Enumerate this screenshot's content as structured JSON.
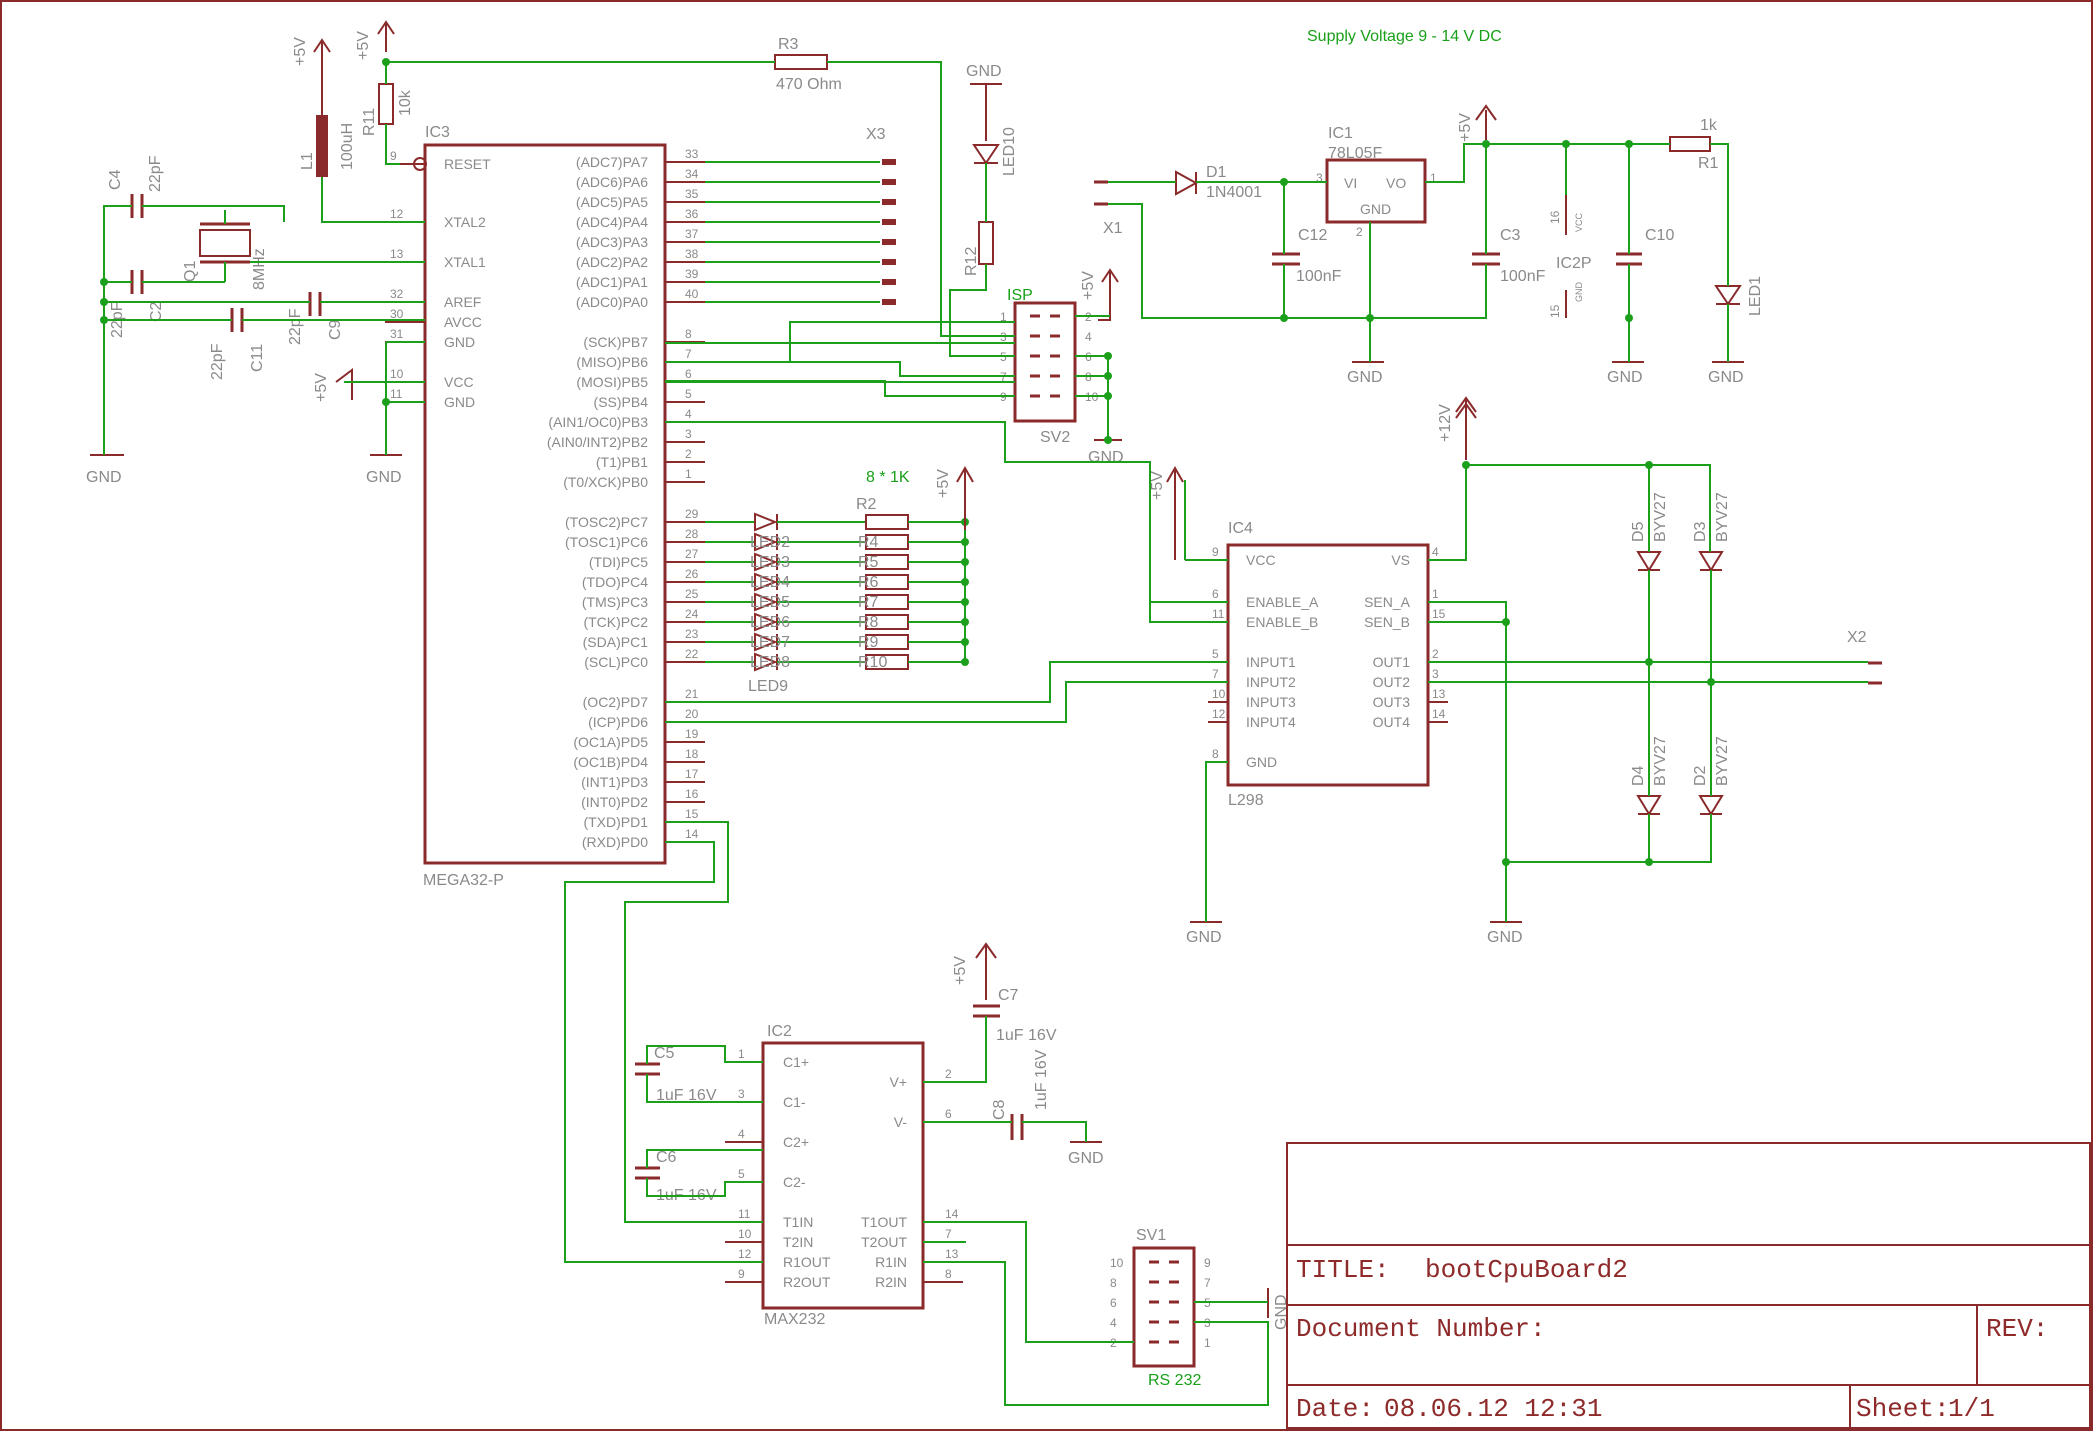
{
  "title_block": {
    "title_label": "TITLE:",
    "title_value": "bootCpuBoard2",
    "docnum_label": "Document Number:",
    "rev_label": "REV:",
    "date_label": "Date:",
    "date_value": "08.06.12 12:31",
    "sheet_label": "Sheet:",
    "sheet_value": "1/1"
  },
  "notes": {
    "supply": "Supply Voltage 9 - 14 V DC",
    "led_res": "8 * 1K"
  },
  "mcu": {
    "name": "IC3",
    "part": "MEGA32-P",
    "left_pins": [
      {
        "name": "RESET",
        "num": "9"
      },
      {
        "name": "XTAL2",
        "num": "12"
      },
      {
        "name": "XTAL1",
        "num": "13"
      },
      {
        "name": "AREF",
        "num": "32"
      },
      {
        "name": "AVCC",
        "num": "30"
      },
      {
        "name": "GND",
        "num": "31"
      },
      {
        "name": "VCC",
        "num": "10"
      },
      {
        "name": "GND",
        "num": "11"
      }
    ],
    "right_pins": [
      {
        "name": "(ADC7)PA7",
        "num": "33"
      },
      {
        "name": "(ADC6)PA6",
        "num": "34"
      },
      {
        "name": "(ADC5)PA5",
        "num": "35"
      },
      {
        "name": "(ADC4)PA4",
        "num": "36"
      },
      {
        "name": "(ADC3)PA3",
        "num": "37"
      },
      {
        "name": "(ADC2)PA2",
        "num": "38"
      },
      {
        "name": "(ADC1)PA1",
        "num": "39"
      },
      {
        "name": "(ADC0)PA0",
        "num": "40"
      },
      {
        "name": "(SCK)PB7",
        "num": "8"
      },
      {
        "name": "(MISO)PB6",
        "num": "7"
      },
      {
        "name": "(MOSI)PB5",
        "num": "6"
      },
      {
        "name": "(SS)PB4",
        "num": "5"
      },
      {
        "name": "(AIN1/OC0)PB3",
        "num": "4"
      },
      {
        "name": "(AIN0/INT2)PB2",
        "num": "3"
      },
      {
        "name": "(T1)PB1",
        "num": "2"
      },
      {
        "name": "(T0/XCK)PB0",
        "num": "1"
      },
      {
        "name": "(TOSC2)PC7",
        "num": "29"
      },
      {
        "name": "(TOSC1)PC6",
        "num": "28"
      },
      {
        "name": "(TDI)PC5",
        "num": "27"
      },
      {
        "name": "(TDO)PC4",
        "num": "26"
      },
      {
        "name": "(TMS)PC3",
        "num": "25"
      },
      {
        "name": "(TCK)PC2",
        "num": "24"
      },
      {
        "name": "(SDA)PC1",
        "num": "23"
      },
      {
        "name": "(SCL)PC0",
        "num": "22"
      },
      {
        "name": "(OC2)PD7",
        "num": "21"
      },
      {
        "name": "(ICP)PD6",
        "num": "20"
      },
      {
        "name": "(OC1A)PD5",
        "num": "19"
      },
      {
        "name": "(OC1B)PD4",
        "num": "18"
      },
      {
        "name": "(INT1)PD3",
        "num": "17"
      },
      {
        "name": "(INT0)PD2",
        "num": "16"
      },
      {
        "name": "(TXD)PD1",
        "num": "15"
      },
      {
        "name": "(RXD)PD0",
        "num": "14"
      }
    ]
  },
  "driver": {
    "name": "IC4",
    "part": "L298",
    "left_pins": [
      {
        "name": "VCC",
        "num": "9"
      },
      {
        "name": "ENABLE_A",
        "num": "6"
      },
      {
        "name": "ENABLE_B",
        "num": "11"
      },
      {
        "name": "INPUT1",
        "num": "5"
      },
      {
        "name": "INPUT2",
        "num": "7"
      },
      {
        "name": "INPUT3",
        "num": "10"
      },
      {
        "name": "INPUT4",
        "num": "12"
      },
      {
        "name": "GND",
        "num": "8"
      }
    ],
    "right_pins": [
      {
        "name": "VS",
        "num": "4"
      },
      {
        "name": "SEN_A",
        "num": "1"
      },
      {
        "name": "SEN_B",
        "num": "15"
      },
      {
        "name": "OUT1",
        "num": "2"
      },
      {
        "name": "OUT2",
        "num": "3"
      },
      {
        "name": "OUT3",
        "num": "13"
      },
      {
        "name": "OUT4",
        "num": "14"
      }
    ]
  },
  "rs232": {
    "name": "IC2",
    "part": "MAX232",
    "left_pins": [
      {
        "name": "C1+",
        "num": "1"
      },
      {
        "name": "C1-",
        "num": "3"
      },
      {
        "name": "C2+",
        "num": "4"
      },
      {
        "name": "C2-",
        "num": "5"
      },
      {
        "name": "T1IN",
        "num": "11"
      },
      {
        "name": "T2IN",
        "num": "10"
      },
      {
        "name": "R1OUT",
        "num": "12"
      },
      {
        "name": "R2OUT",
        "num": "9"
      }
    ],
    "right_pins": [
      {
        "name": "V+",
        "num": "2"
      },
      {
        "name": "V-",
        "num": "6"
      },
      {
        "name": "T1OUT",
        "num": "14"
      },
      {
        "name": "T2OUT",
        "num": "7"
      },
      {
        "name": "R1IN",
        "num": "13"
      },
      {
        "name": "R2IN",
        "num": "8"
      }
    ]
  },
  "regulator": {
    "name": "IC1",
    "part": "78L05F",
    "vi": "VI",
    "vo": "VO",
    "gnd": "GND",
    "pin_vi": "3",
    "pin_vo": "1",
    "pin_gnd": "2"
  },
  "ic2p": {
    "name": "IC2P",
    "vcc": "VCC",
    "gnd": "GND",
    "pin_vcc": "16",
    "pin_gnd": "15"
  },
  "isp": {
    "name": "ISP",
    "ref": "SV2",
    "pins_left": [
      "1",
      "3",
      "5",
      "7",
      "9"
    ],
    "pins_right": [
      "2",
      "4",
      "6",
      "8",
      "10"
    ]
  },
  "sv1": {
    "name": "SV1",
    "label": "RS 232",
    "pins_left": [
      "10",
      "8",
      "6",
      "4",
      "2"
    ],
    "pins_right": [
      "9",
      "7",
      "5",
      "3",
      "1"
    ]
  },
  "parts": {
    "R3": "R3",
    "R3_val": "470 Ohm",
    "R11": "R11",
    "R11_val": "10k",
    "R12": "R12",
    "R1": "R1",
    "R1_val": "1k",
    "R2": "R2",
    "L1": "L1",
    "L1_val": "100uH",
    "C4": "C4",
    "C4_val": "22pF",
    "C2": "C2",
    "C2_val": "22pF",
    "C11": "C11",
    "C11_val": "22pF",
    "C9": "C9",
    "C9_val": "22pF",
    "Q1": "Q1",
    "Q1_val": "8MHz",
    "C12": "C12",
    "C12_val": "100nF",
    "C3": "C3",
    "C3_val": "100nF",
    "C10": "C10",
    "C5": "C5",
    "C5_val": "1uF 16V",
    "C6": "C6",
    "C6_val": "1uF 16V",
    "C7": "C7",
    "C7_val": "1uF 16V",
    "C8": "C8",
    "C8_val": "1uF 16V",
    "D1": "D1",
    "D1_val": "1N4001",
    "D2": "D2",
    "D3": "D3",
    "D4": "D4",
    "D5": "D5",
    "diode_val": "BYV27",
    "LED10": "LED10",
    "LED1": "LED1",
    "LED9": "LED9",
    "X1": "X1",
    "X2": "X2",
    "X3": "X3"
  },
  "led_resistors": [
    "R4",
    "R5",
    "R6",
    "R7",
    "R8",
    "R9",
    "R10"
  ],
  "led_labels": [
    "LED2",
    "LED3",
    "LED4",
    "LED5",
    "LED6",
    "LED7",
    "LED8"
  ],
  "power": {
    "p5v": "+5V",
    "p12v": "+12V",
    "gnd": "GND"
  }
}
